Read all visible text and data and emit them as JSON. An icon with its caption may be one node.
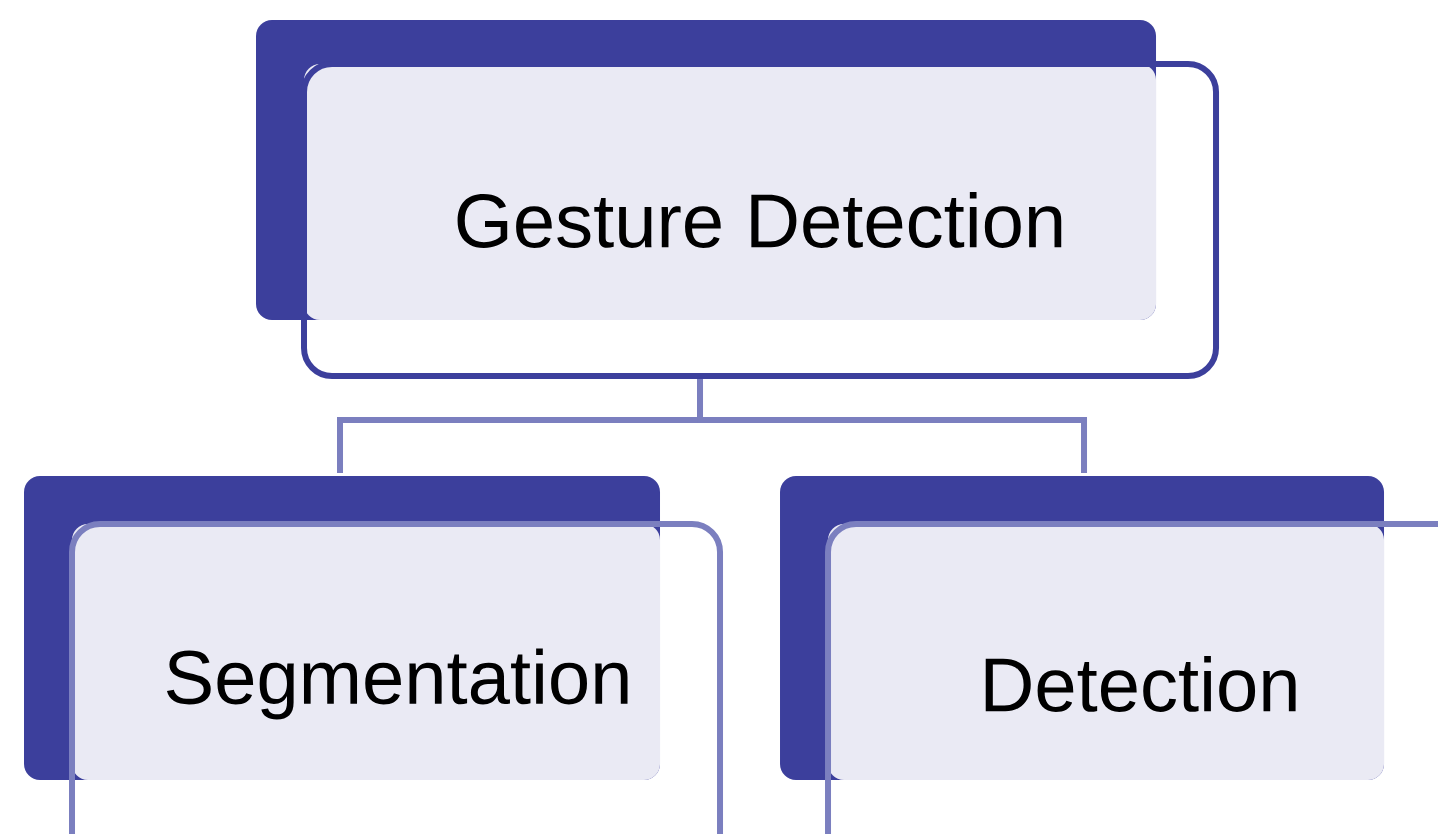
{
  "diagram": {
    "nodes": [
      {
        "text": [
          "Gesture Detection"
        ]
      },
      {
        "text": [
          "Segmentation"
        ]
      },
      {
        "text": [
          "Detection"
        ]
      }
    ],
    "edges": [
      {
        "from": 0,
        "to": 1,
        "arrow": "none"
      },
      {
        "from": 0,
        "to": 2,
        "arrow": "none"
      }
    ]
  }
}
